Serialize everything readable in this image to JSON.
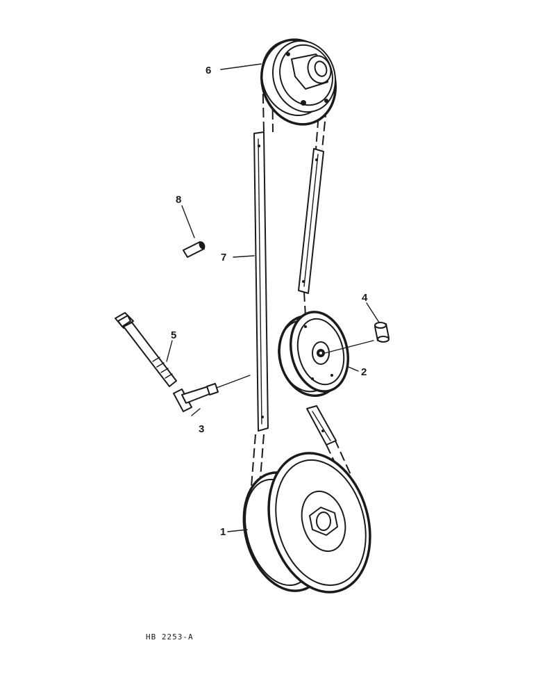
{
  "figure": {
    "drawing_code": "HB 2253-A",
    "callouts": {
      "pulley_1": "1",
      "idler_pulley_2": "2",
      "bracket_3": "3",
      "spacer_4": "4",
      "bolt_5": "5",
      "pulley_6": "6",
      "belt_7": "7",
      "pin_8": "8"
    }
  },
  "colors": {
    "ink": "#1a1a1a",
    "paper": "#ffffff"
  }
}
